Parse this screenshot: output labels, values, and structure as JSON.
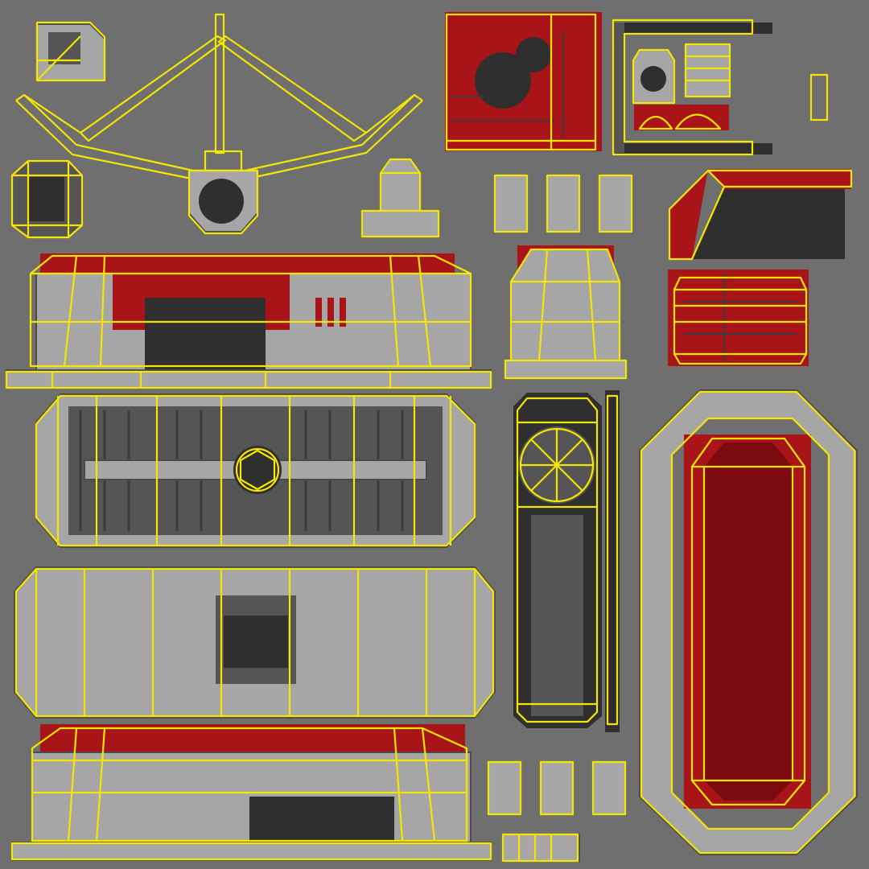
{
  "texture": {
    "colors": {
      "background": "#6f6f6f",
      "panel_grey": "#a6a6a6",
      "panel_dark": "#2f2f2f",
      "paint_red": "#a81418",
      "paint_deep_red": "#7a0a0d",
      "uv_wireframe": "#f4e600"
    },
    "pieces": [
      "corner-cap",
      "antenna-frame",
      "octagon-cap",
      "small-bracket",
      "red-panel",
      "vent-housing",
      "small-slot",
      "small-tiles-top",
      "wedge-panel",
      "large-console",
      "medium-console",
      "red-box",
      "ribbed-deck",
      "vertical-column",
      "thin-strip",
      "oval-ring",
      "grey-hull",
      "bottom-console",
      "small-tiles-bottom",
      "small-rail"
    ]
  }
}
